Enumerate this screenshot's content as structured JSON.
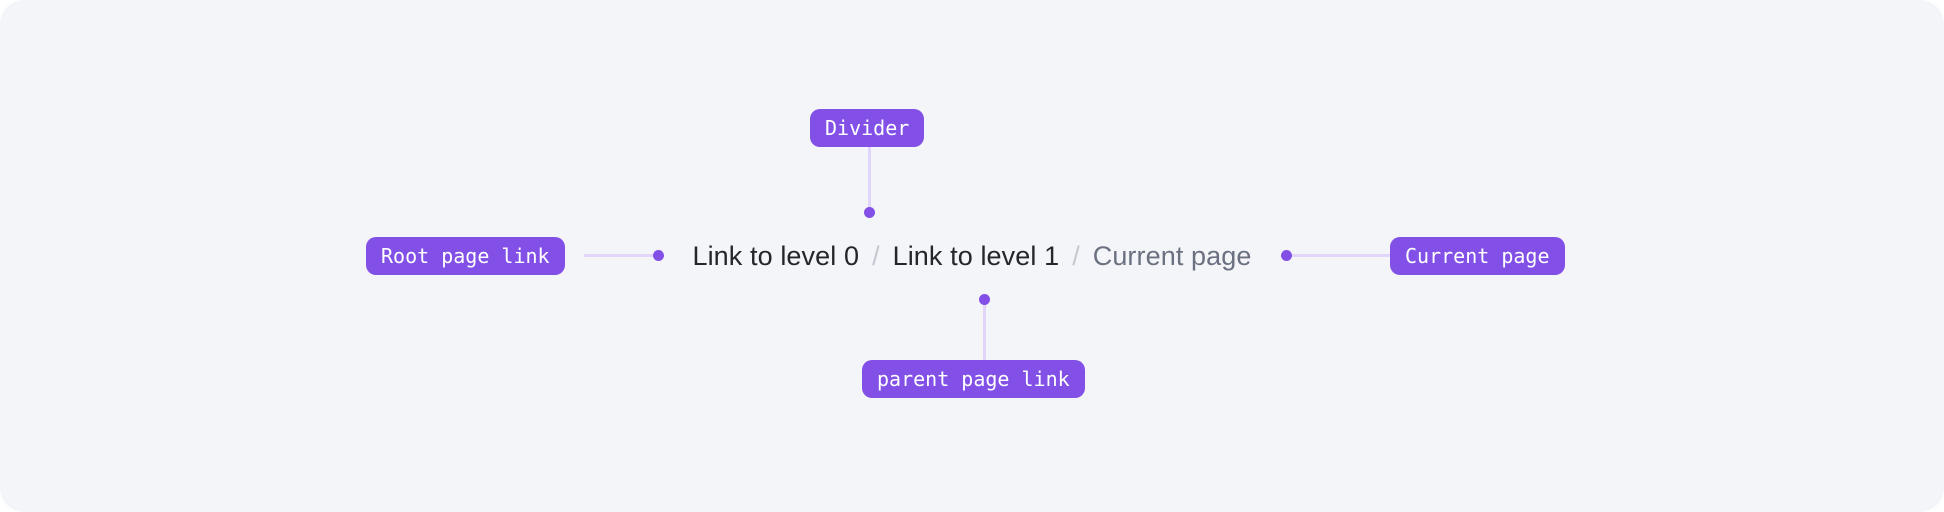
{
  "canvas": {
    "background_color": "#F4F5F8",
    "accent_color": "#8250E6",
    "connector_color": "#E2D5FB"
  },
  "breadcrumb": {
    "separator": "/",
    "items": [
      {
        "label": "Link to level 0",
        "state": "link"
      },
      {
        "label": "Link to level 1",
        "state": "link"
      },
      {
        "label": "Current page",
        "state": "current"
      }
    ]
  },
  "annotations": [
    {
      "id": "divider",
      "label": "Divider",
      "position": "above"
    },
    {
      "id": "root",
      "label": "Root page link",
      "position": "left"
    },
    {
      "id": "current",
      "label": "Current page",
      "position": "right"
    },
    {
      "id": "parent",
      "label": "parent page link",
      "position": "below"
    }
  ]
}
